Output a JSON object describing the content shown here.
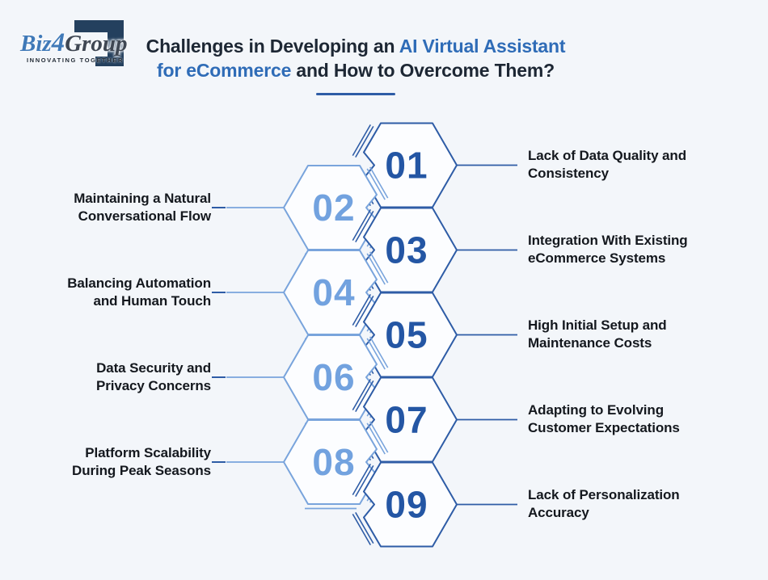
{
  "logo": {
    "biz": "Biz",
    "four": "4",
    "group": "Group",
    "tagline": "INNOVATING TOGETHER"
  },
  "title": {
    "pre": "Challenges in Developing an ",
    "highlight1": "AI Virtual Assistant",
    "highlight2": "for eCommerce",
    "post": " and How to Overcome Them?"
  },
  "colors": {
    "background": "#f3f6fa",
    "dark_blue": "#2e5ca6",
    "light_blue": "#79a4dc",
    "number_dark": "#2456a4",
    "number_light": "#72a2df",
    "title_blue": "#2f6cb7",
    "hex_fill": "#fcfdff",
    "logo_navy": "#24405e",
    "logo_blue": "#3f79b8",
    "logo_gray": "#3f4753"
  },
  "challenges": [
    {
      "number": "01",
      "side": "right",
      "line1": "Lack of Data Quality and",
      "line2": "Consistency"
    },
    {
      "number": "02",
      "side": "left",
      "line1": "Maintaining a Natural",
      "line2": "Conversational Flow"
    },
    {
      "number": "03",
      "side": "right",
      "line1": "Integration With Existing",
      "line2": "eCommerce Systems"
    },
    {
      "number": "04",
      "side": "left",
      "line1": "Balancing Automation",
      "line2": "and Human Touch"
    },
    {
      "number": "05",
      "side": "right",
      "line1": "High Initial Setup and",
      "line2": "Maintenance Costs"
    },
    {
      "number": "06",
      "side": "left",
      "line1": "Data Security and",
      "line2": "Privacy Concerns"
    },
    {
      "number": "07",
      "side": "right",
      "line1": "Adapting to Evolving",
      "line2": "Customer Expectations"
    },
    {
      "number": "08",
      "side": "left",
      "line1": "Platform Scalability",
      "line2": "During Peak Seasons"
    },
    {
      "number": "09",
      "side": "right",
      "line1": "Lack of Personalization",
      "line2": "Accuracy"
    }
  ]
}
